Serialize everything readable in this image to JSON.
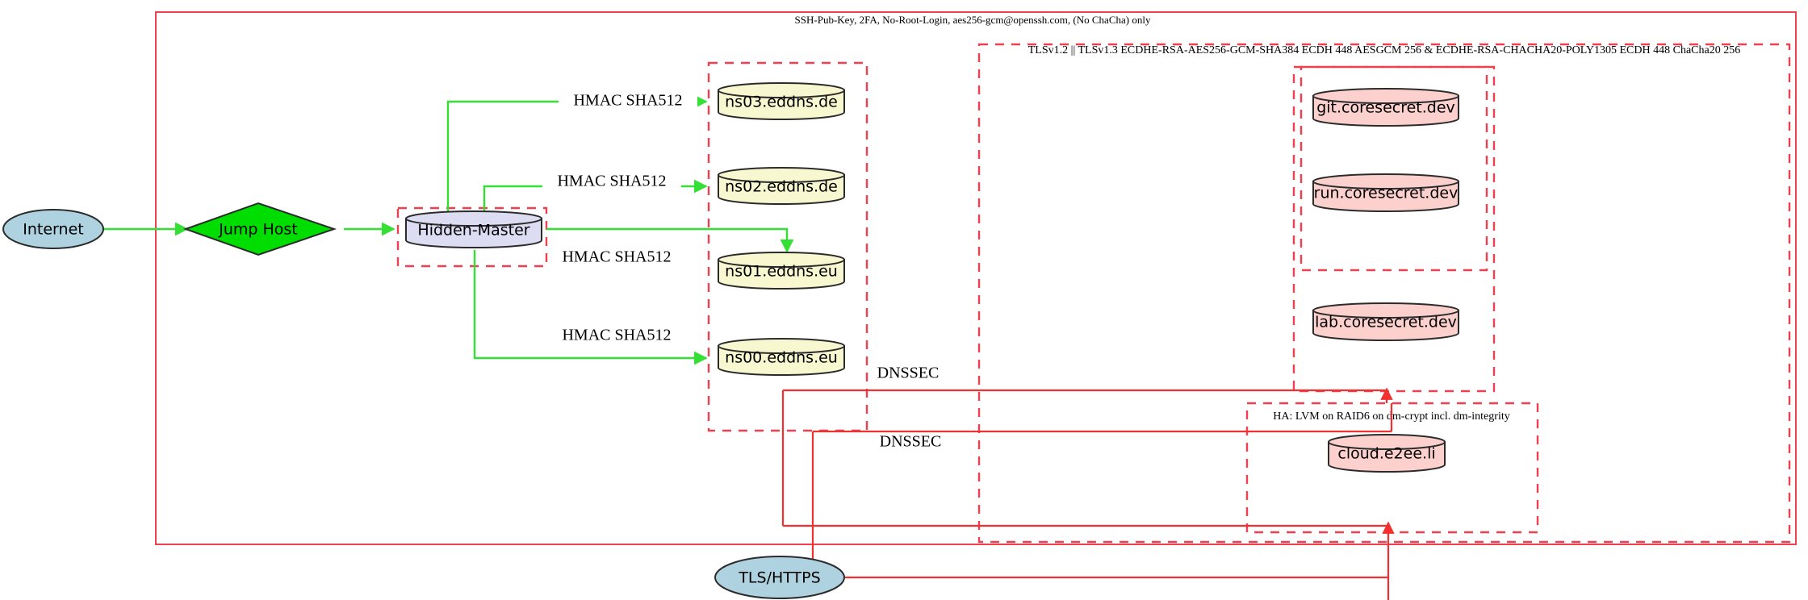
{
  "diagram": {
    "title_label": "SSH-Pub-Key, 2FA, No-Root-Login, aes256-gcm@openssh.com, (No ChaCha) only",
    "clusters": {
      "ssh_outer": "SSH-Pub-Key, 2FA, No-Root-Login, aes256-gcm@openssh.com, (No ChaCha) only",
      "tls": "TLSv1.2 || TLSv1.3 ECDHE-RSA-AES256-GCM-SHA384 ECDH 448 AESGCM 256 & ECDHE-RSA-CHACHA20-POLY1305 ECDH 448 ChaCha20 256",
      "ha": "HA: LVM on RAID6 on dm-crypt incl. dm-integrity"
    },
    "nodes": {
      "internet": "Internet",
      "jump_host": "Jump Host",
      "hidden_master": "Hidden-Master",
      "ns03": "ns03.eddns.de",
      "ns02": "ns02.eddns.de",
      "ns01": "ns01.eddns.eu",
      "ns00": "ns00.eddns.eu",
      "git": "git.coresecret.dev",
      "run": "run.coresecret.dev",
      "lab": "lab.coresecret.dev",
      "cloud": "cloud.e2ee.li",
      "tls_https": "TLS/HTTPS"
    },
    "edge_labels": {
      "hmac_ns03": "HMAC SHA512",
      "hmac_ns02": "HMAC SHA512",
      "hmac_ns01": "HMAC SHA512",
      "hmac_ns00": "HMAC SHA512",
      "dnssec_upper": "DNSSEC",
      "dnssec_lower": "DNSSEC"
    },
    "colors": {
      "cluster_border": "#f04050",
      "edge_secure": "#35e035",
      "edge_tls": "#f23030",
      "node_dns": "#f7f7d0",
      "node_service": "#fbd0cd",
      "node_master": "#dcdcf2",
      "node_endpoint": "#aed2e0",
      "node_jump": "#00dd00"
    }
  }
}
